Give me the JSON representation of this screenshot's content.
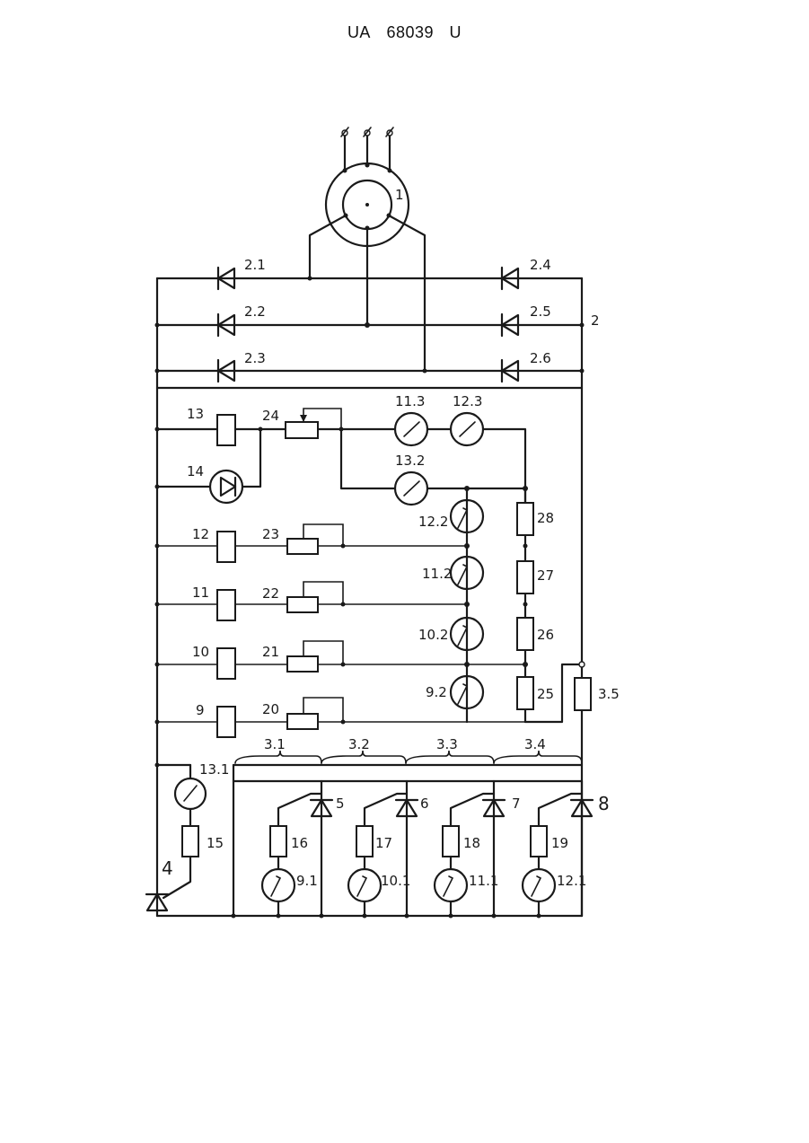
{
  "header": {
    "country": "UA",
    "number": "68039",
    "kind": "U"
  },
  "labels": {
    "motor": "1",
    "bridge": "2",
    "d21": "2.1",
    "d22": "2.2",
    "d23": "2.3",
    "d24": "2.4",
    "d25": "2.5",
    "d26": "2.6",
    "r13": "13",
    "r14": "14",
    "r12": "12",
    "r11": "11",
    "r10": "10",
    "r9": "9",
    "p24": "24",
    "p23": "23",
    "p22": "22",
    "p21": "21",
    "p20": "20",
    "s113": "11.3",
    "s123": "12.3",
    "s132": "13.2",
    "s122": "12.2",
    "s112": "11.2",
    "s102": "10.2",
    "s92": "9.2",
    "r28": "28",
    "r27": "27",
    "r26": "26",
    "r25": "25",
    "r35": "3.5",
    "b31": "3.1",
    "b32": "3.2",
    "b33": "3.3",
    "b34": "3.4",
    "s131": "13.1",
    "r15": "15",
    "d4": "4",
    "d5": "5",
    "d6": "6",
    "d7": "7",
    "d8": "8",
    "r16": "16",
    "r17": "17",
    "r18": "18",
    "r19": "19",
    "s91": "9.1",
    "s101": "10.1",
    "s111": "11.1",
    "s121": "12.1"
  }
}
